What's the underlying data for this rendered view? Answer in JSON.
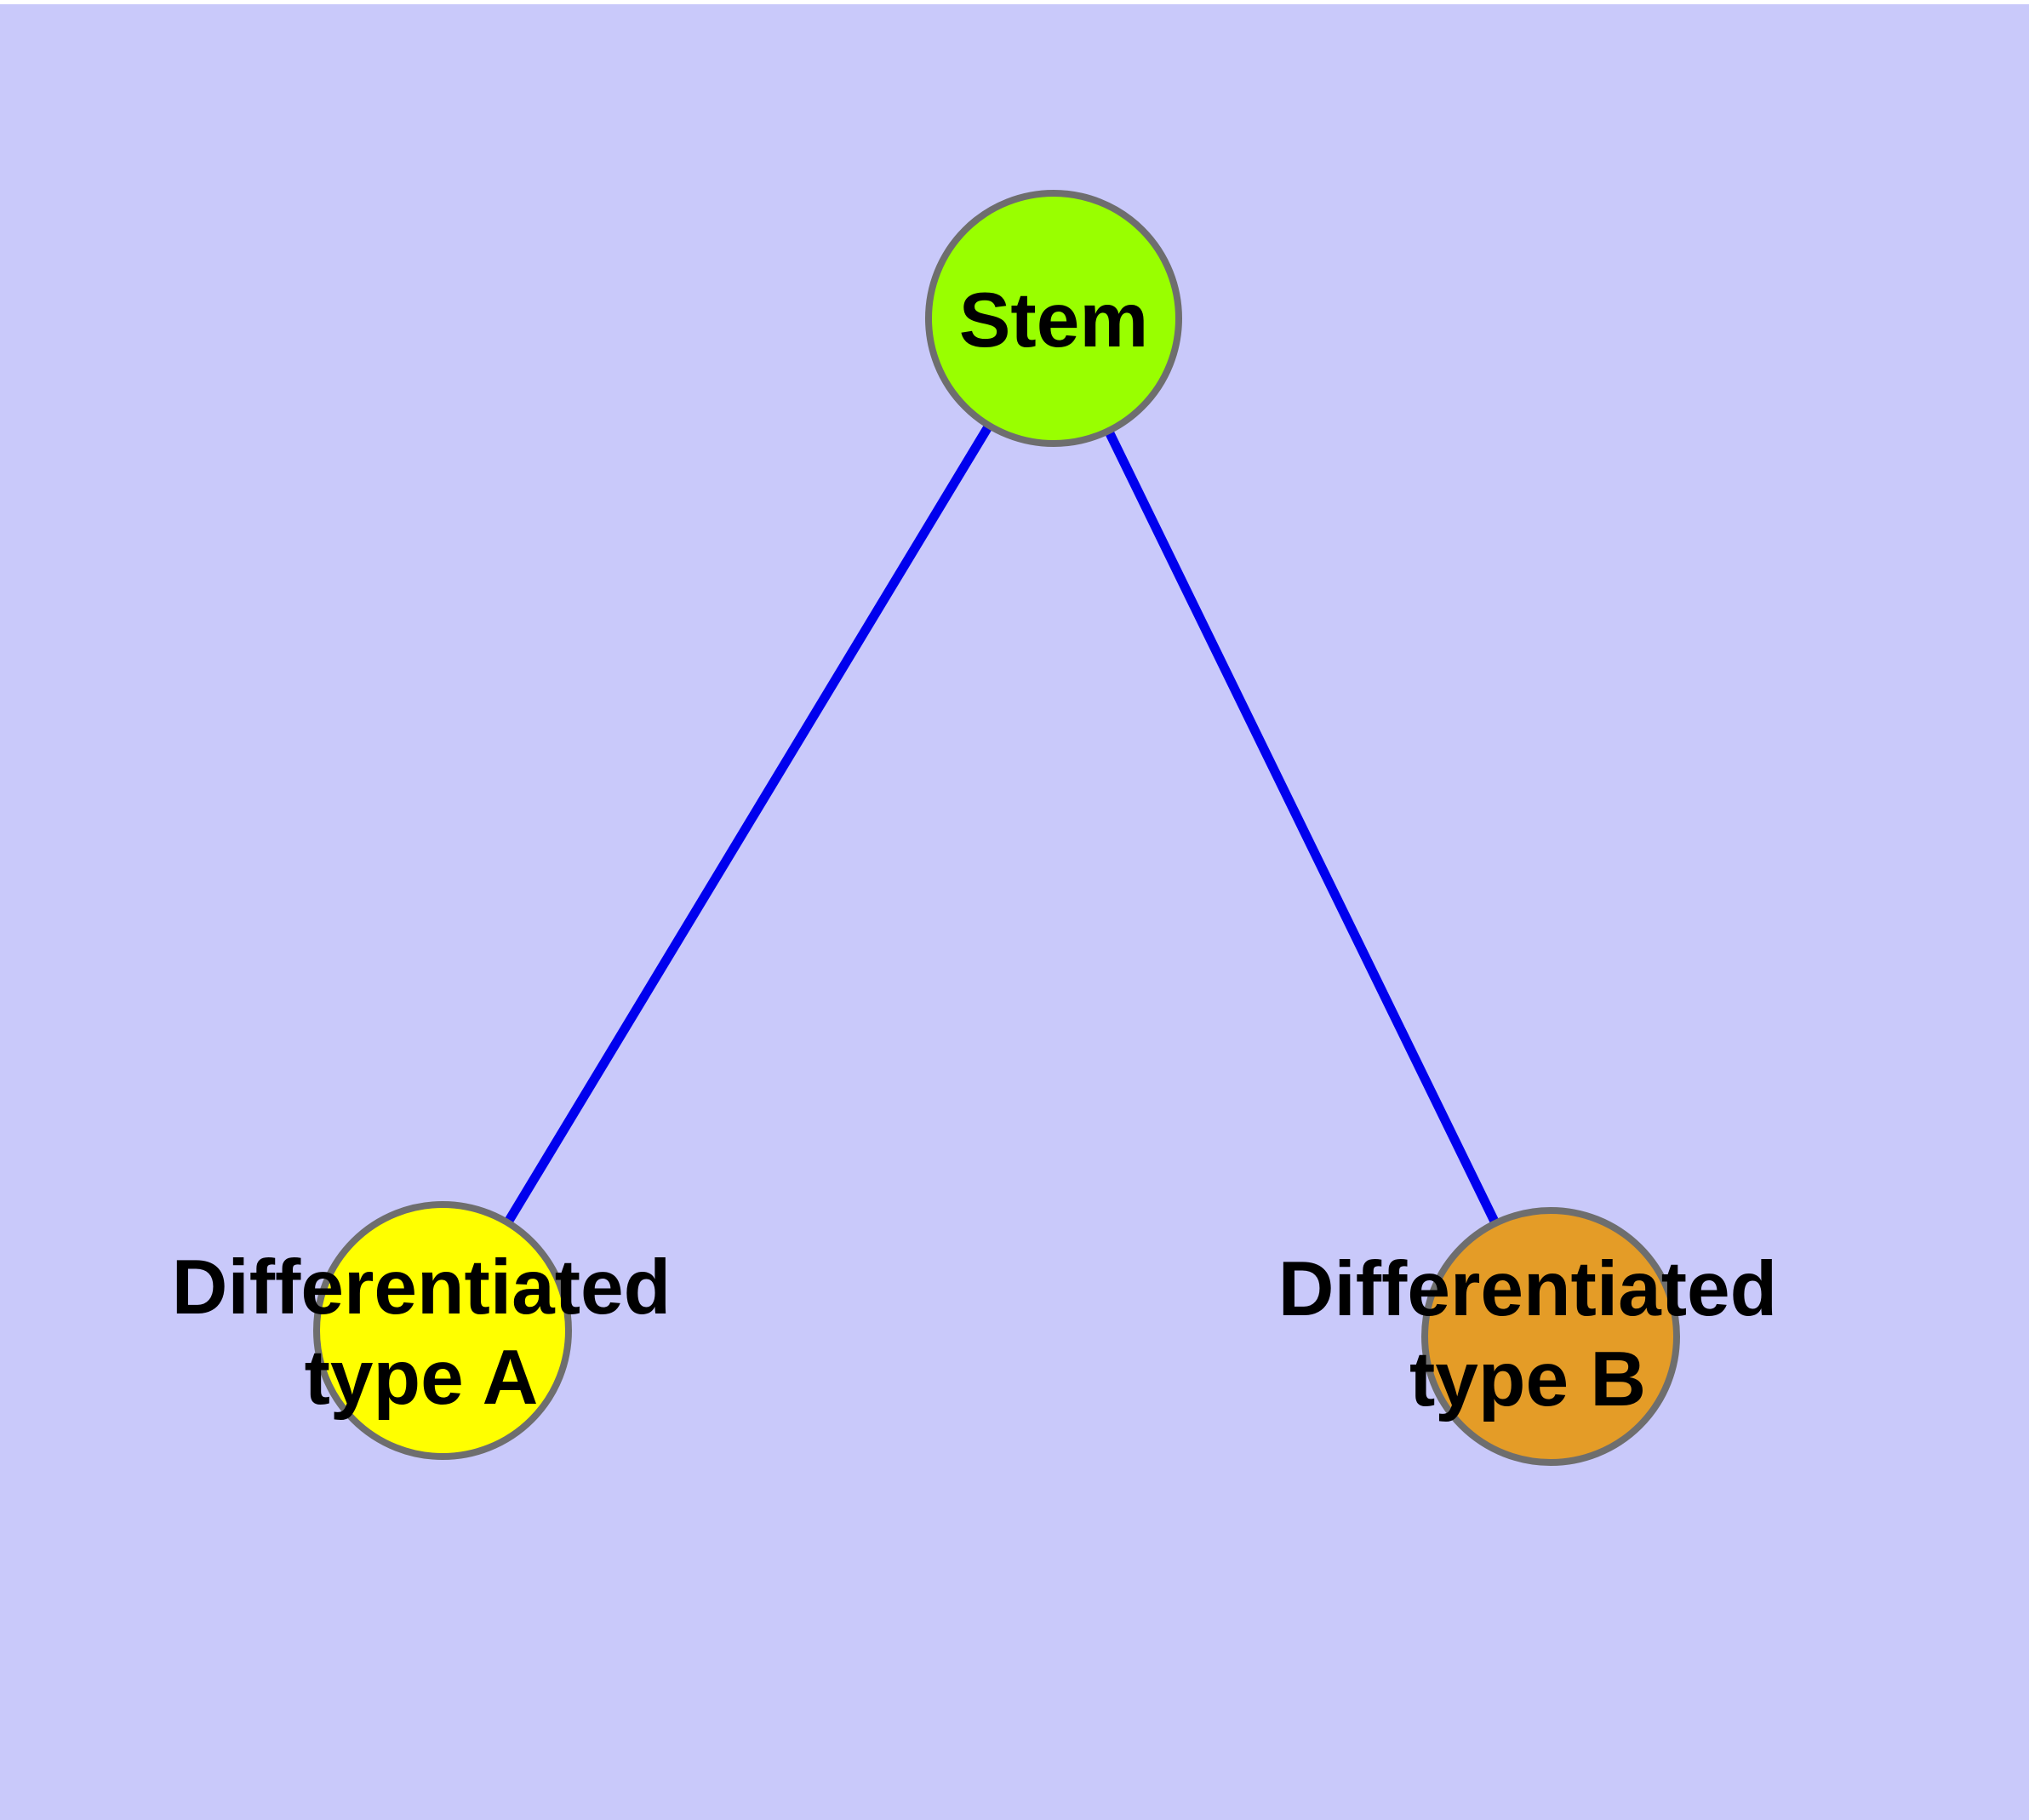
{
  "canvas": {
    "background_color": "#c9c9fa",
    "top_strip_color": "#ffffff",
    "text_color": "#000000"
  },
  "nodes": [
    {
      "id": "stem",
      "label": "Stem",
      "fill": "#99ff00",
      "border_color": "#6e6e6e"
    },
    {
      "id": "differentiated-type-a",
      "label_line1": "Differentiated",
      "label_line2": "type A",
      "fill": "#ffff00",
      "border_color": "#6e6e6e"
    },
    {
      "id": "differentiated-type-b",
      "label_line1": "Differentiated",
      "label_line2": "type B",
      "fill": "#e49c27",
      "border_color": "#6e6e6e"
    }
  ],
  "edges": [
    {
      "from": "stem",
      "to": "differentiated-type-a",
      "color": "#0000ee"
    },
    {
      "from": "stem",
      "to": "differentiated-type-b",
      "color": "#0000ee"
    }
  ]
}
